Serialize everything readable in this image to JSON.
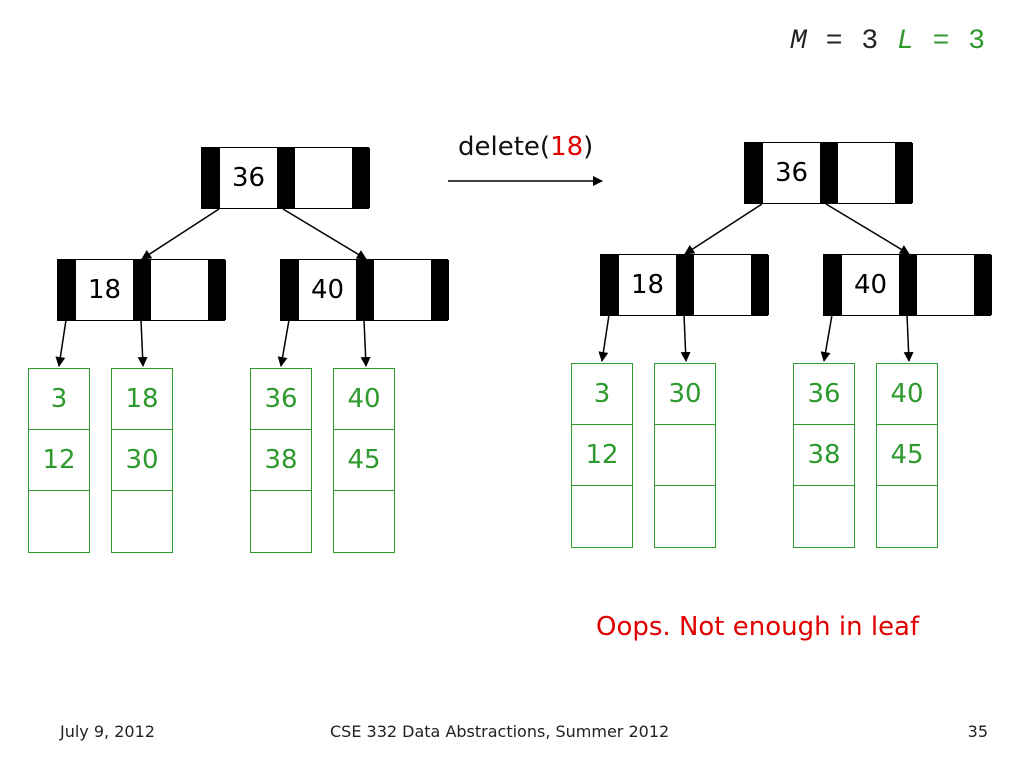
{
  "header": {
    "m_symbol": "M",
    "m_eq": " = 3 ",
    "l_symbol": "L",
    "l_eq": " = 3"
  },
  "operation": {
    "name": "delete(",
    "arg": "18",
    "close": ")"
  },
  "before": {
    "root_key": "36",
    "inner_left_key": "18",
    "inner_right_key": "40",
    "leaves": [
      [
        "3",
        "12",
        ""
      ],
      [
        "18",
        "30",
        ""
      ],
      [
        "36",
        "38",
        ""
      ],
      [
        "40",
        "45",
        ""
      ]
    ]
  },
  "after": {
    "root_key": "36",
    "inner_left_key": "18",
    "inner_right_key": "40",
    "leaves": [
      [
        "3",
        "12",
        ""
      ],
      [
        "30",
        "",
        ""
      ],
      [
        "36",
        "38",
        ""
      ],
      [
        "40",
        "45",
        ""
      ]
    ]
  },
  "note": "Oops. Not enough in leaf",
  "footer": {
    "date": "July 9, 2012",
    "course": "CSE 332 Data Abstractions, Summer 2012",
    "page": "35"
  },
  "colors": {
    "leaf": "#2e9a2e",
    "highlight": "#e00000",
    "node_bar": "#000000"
  }
}
